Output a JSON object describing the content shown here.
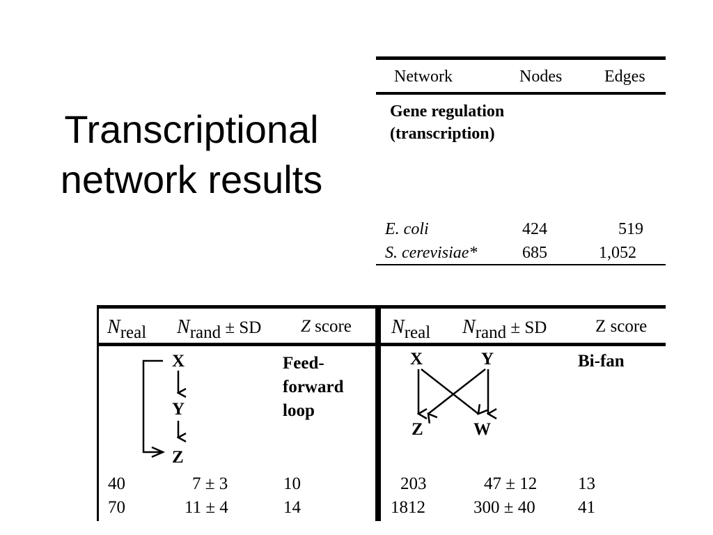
{
  "title": {
    "line1": "Transcriptional",
    "line2": "network results"
  },
  "network_table": {
    "headers": [
      "Network",
      "Nodes",
      "Edges"
    ],
    "section_line1": "Gene regulation",
    "section_line2": "(transcription)",
    "rows": [
      {
        "name": "E. coli",
        "nodes": "424",
        "edges": "519"
      },
      {
        "name": "S. cerevisiae*",
        "nodes": "685",
        "edges": "1,052"
      }
    ]
  },
  "motif_table": {
    "header": {
      "n": "N",
      "real_sub": "real",
      "rand_sub": "rand",
      "pm_sd": " ± SD",
      "z": "Z",
      "score": " score",
      "z_score_plain": "Z score"
    },
    "left": {
      "motif_name_lines": [
        "Feed-",
        "forward",
        "loop"
      ],
      "nodes": {
        "x": "X",
        "y": "Y",
        "z": "Z"
      },
      "rows": [
        {
          "n_real": "40",
          "n_rand": "7 ± 3",
          "z": "10"
        },
        {
          "n_real": "70",
          "n_rand": "11 ± 4",
          "z": "14"
        }
      ]
    },
    "right": {
      "motif_name": "Bi-fan",
      "nodes": {
        "x": "X",
        "y": "Y",
        "z": "Z",
        "w": "W"
      },
      "rows": [
        {
          "n_real": "203",
          "n_rand": "47 ± 12",
          "z": "13"
        },
        {
          "n_real": "1812",
          "n_rand": "300 ± 40",
          "z": "41"
        }
      ]
    }
  }
}
